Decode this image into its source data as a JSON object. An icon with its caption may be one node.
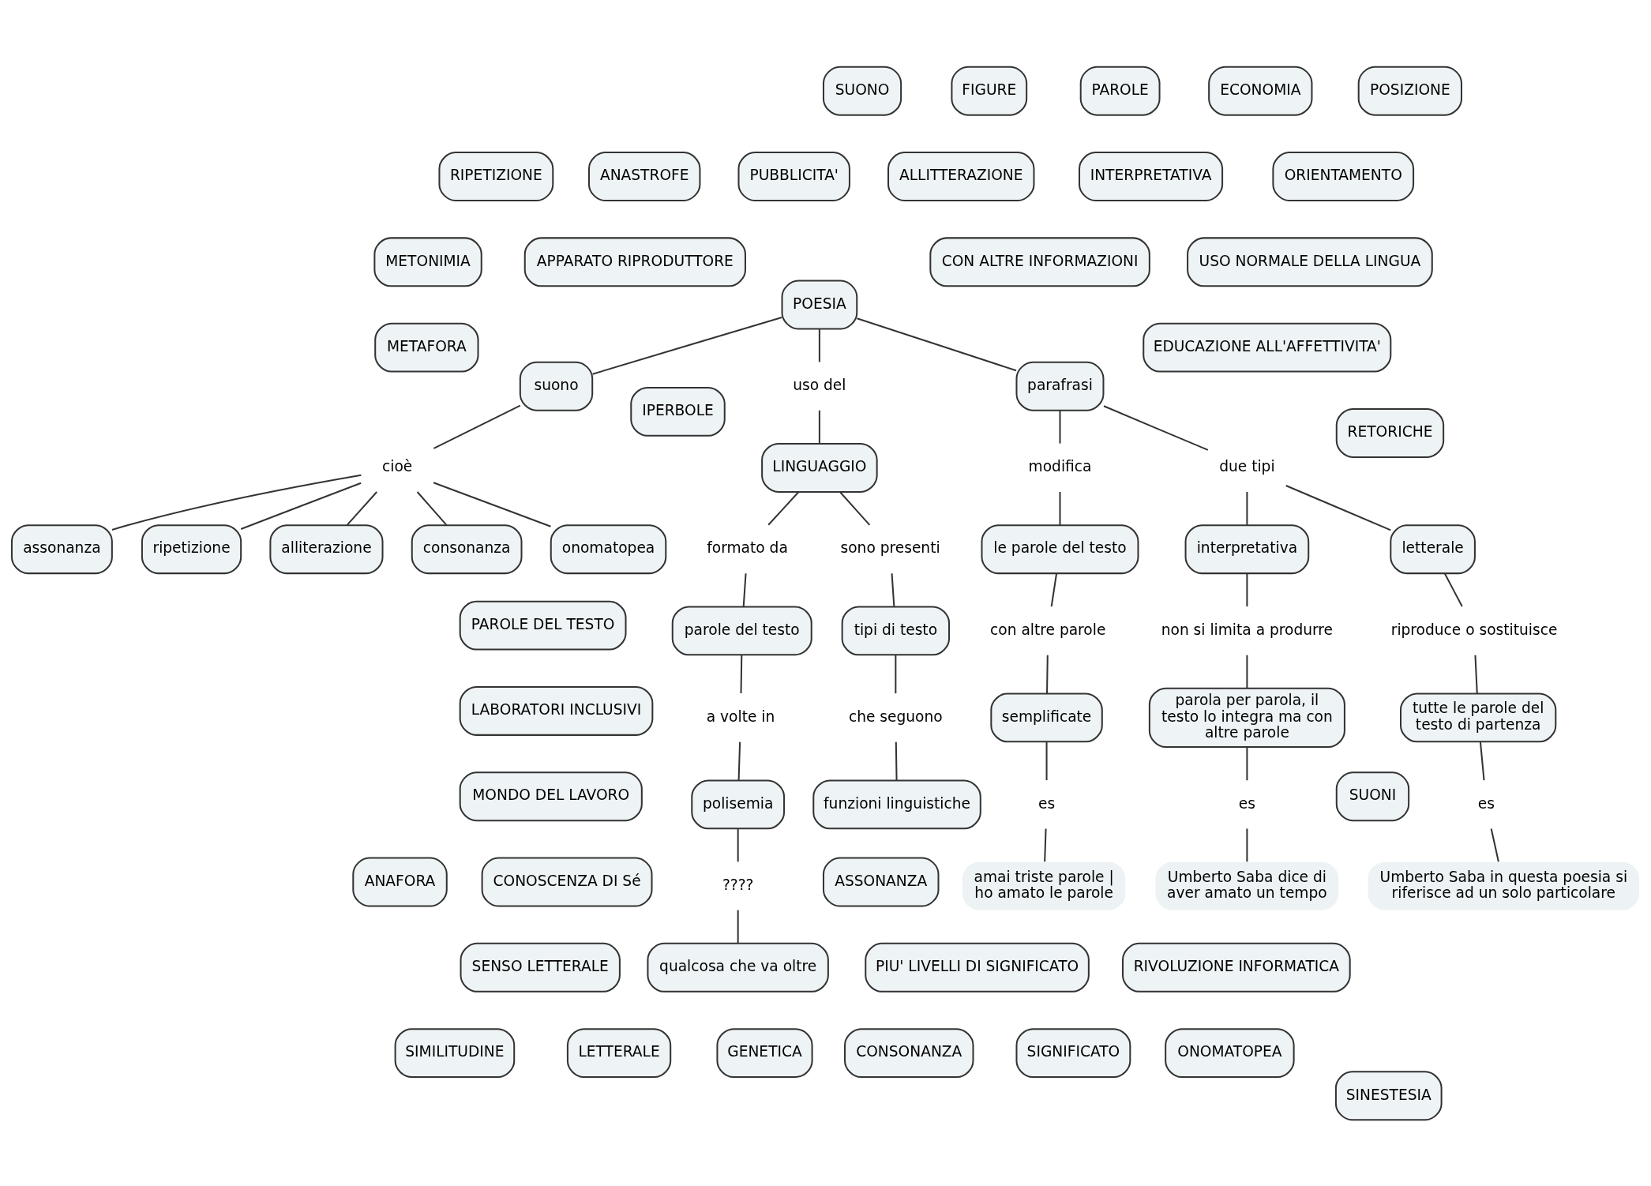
{
  "diagram": {
    "nodes": [
      {
        "text": [
          "POESIA"
        ]
      },
      {
        "text": [
          "suono"
        ]
      },
      {
        "text": [
          "uso del"
        ]
      },
      {
        "text": [
          "parafrasi"
        ]
      },
      {
        "text": [
          "cioè"
        ]
      },
      {
        "text": [
          "LINGUAGGIO"
        ]
      },
      {
        "text": [
          "modifica"
        ]
      },
      {
        "text": [
          "due tipi"
        ]
      },
      {
        "text": [
          "assonanza"
        ]
      },
      {
        "text": [
          "ripetizione"
        ]
      },
      {
        "text": [
          "alliterazione"
        ]
      },
      {
        "text": [
          "consonanza"
        ]
      },
      {
        "text": [
          "onomatopea"
        ]
      },
      {
        "text": [
          "formato da"
        ]
      },
      {
        "text": [
          "sono presenti"
        ]
      },
      {
        "text": [
          "le parole del testo"
        ]
      },
      {
        "text": [
          "interpretativa"
        ]
      },
      {
        "text": [
          "letterale"
        ]
      },
      {
        "text": [
          "parole del testo"
        ]
      },
      {
        "text": [
          "tipi di testo"
        ]
      },
      {
        "text": [
          "con altre parole"
        ]
      },
      {
        "text": [
          "non si limita a produrre"
        ]
      },
      {
        "text": [
          "riproduce o sostituisce"
        ]
      },
      {
        "text": [
          "semplificate"
        ]
      },
      {
        "text": [
          "parola per parola, il testo lo integra ma con altre parole"
        ]
      },
      {
        "text": [
          "tutte le parole del testo di partenza"
        ]
      },
      {
        "text": [
          "a volte in"
        ]
      },
      {
        "text": [
          "che seguono"
        ]
      },
      {
        "text": [
          "polisemia"
        ]
      },
      {
        "text": [
          "funzioni linguistiche"
        ]
      },
      {
        "text": [
          "es"
        ]
      },
      {
        "text": [
          "es"
        ]
      },
      {
        "text": [
          "es"
        ]
      },
      {
        "text": [
          "????"
        ]
      },
      {
        "text": [
          "qualcosa che va oltre"
        ]
      },
      {
        "text": [
          "amai triste parole | ho amato le parole"
        ]
      },
      {
        "text": [
          "Umberto Saba dice di aver amato un tempo"
        ]
      },
      {
        "text": [
          "Umberto Saba in questa poesia si riferisce ad un solo particolare"
        ]
      },
      {
        "text": [
          "LETTERALE"
        ]
      },
      {
        "text": [
          "METONIMIA"
        ]
      },
      {
        "text": [
          "ASSONANZA"
        ]
      },
      {
        "text": [
          "PUBBLICITA'"
        ]
      },
      {
        "text": [
          "ANASTROFE"
        ]
      },
      {
        "text": [
          "ORIENTAMENTO"
        ]
      },
      {
        "text": [
          "SUONI"
        ]
      },
      {
        "text": [
          "INTERPRETATIVA"
        ]
      },
      {
        "text": [
          "RIPETIZIONE"
        ]
      },
      {
        "text": [
          "METAFORA"
        ]
      },
      {
        "text": [
          "SINESTESIA"
        ]
      },
      {
        "text": [
          "CONOSCENZA DI Sé"
        ]
      },
      {
        "text": [
          "IPERBOLE"
        ]
      },
      {
        "text": [
          "CONSONANZA"
        ]
      },
      {
        "text": [
          "PAROLE"
        ]
      },
      {
        "text": [
          "SIGNIFICATO"
        ]
      },
      {
        "text": [
          "LABORATORI INCLUSIVI"
        ]
      },
      {
        "text": [
          "ALLITTERAZIONE"
        ]
      },
      {
        "text": [
          "FIGURE"
        ]
      },
      {
        "text": [
          "PAROLE DEL TESTO"
        ]
      },
      {
        "text": [
          "EDUCAZIONE ALL'AFFETTIVITA'"
        ]
      },
      {
        "text": [
          "SENSO LETTERALE"
        ]
      },
      {
        "text": [
          "CON ALTRE INFORMAZIONI"
        ]
      },
      {
        "text": [
          "RETORICHE"
        ]
      },
      {
        "text": [
          "MONDO DEL LAVORO"
        ]
      },
      {
        "text": [
          "ONOMATOPEA"
        ]
      },
      {
        "text": [
          "APPARATO RIPRODUTTORE"
        ]
      },
      {
        "text": [
          "SUONO"
        ]
      },
      {
        "text": [
          "POSIZIONE"
        ]
      },
      {
        "text": [
          "ECONOMIA"
        ]
      },
      {
        "text": [
          "GENETICA"
        ]
      },
      {
        "text": [
          "PIU' LIVELLI DI SIGNIFICATO"
        ]
      },
      {
        "text": [
          "SIMILITUDINE"
        ]
      },
      {
        "text": [
          "ANAFORA"
        ]
      },
      {
        "text": [
          "USO NORMALE DELLA LINGUA"
        ]
      },
      {
        "text": [
          "RIVOLUZIONE INFORMATICA"
        ]
      }
    ],
    "edges": [
      {
        "from": 0,
        "to": 1,
        "arrow": "none"
      },
      {
        "from": 0,
        "to": 2,
        "arrow": "none"
      },
      {
        "from": 2,
        "to": 5,
        "arrow": "none"
      },
      {
        "from": 0,
        "to": 3,
        "arrow": "none"
      },
      {
        "from": 1,
        "to": 4,
        "arrow": "none"
      },
      {
        "from": 4,
        "to": 8,
        "arrow": "none"
      },
      {
        "from": 4,
        "to": 9,
        "arrow": "none"
      },
      {
        "from": 4,
        "to": 10,
        "arrow": "none"
      },
      {
        "from": 4,
        "to": 11,
        "arrow": "none"
      },
      {
        "from": 4,
        "to": 12,
        "arrow": "none"
      },
      {
        "from": 5,
        "to": 13,
        "arrow": "none"
      },
      {
        "from": 13,
        "to": 18,
        "arrow": "none"
      },
      {
        "from": 5,
        "to": 14,
        "arrow": "none"
      },
      {
        "from": 14,
        "to": 19,
        "arrow": "none"
      },
      {
        "from": 18,
        "to": 26,
        "arrow": "none"
      },
      {
        "from": 26,
        "to": 28,
        "arrow": "none"
      },
      {
        "from": 28,
        "to": 33,
        "arrow": "none"
      },
      {
        "from": 33,
        "to": 34,
        "arrow": "none"
      },
      {
        "from": 19,
        "to": 27,
        "arrow": "none"
      },
      {
        "from": 27,
        "to": 29,
        "arrow": "none"
      },
      {
        "from": 3,
        "to": 6,
        "arrow": "none"
      },
      {
        "from": 6,
        "to": 15,
        "arrow": "none"
      },
      {
        "from": 3,
        "to": 7,
        "arrow": "none"
      },
      {
        "from": 7,
        "to": 16,
        "arrow": "none"
      },
      {
        "from": 7,
        "to": 17,
        "arrow": "none"
      },
      {
        "from": 15,
        "to": 20,
        "arrow": "none"
      },
      {
        "from": 20,
        "to": 23,
        "arrow": "none"
      },
      {
        "from": 16,
        "to": 21,
        "arrow": "none"
      },
      {
        "from": 21,
        "to": 24,
        "arrow": "none"
      },
      {
        "from": 17,
        "to": 22,
        "arrow": "none"
      },
      {
        "from": 22,
        "to": 25,
        "arrow": "none"
      },
      {
        "from": 23,
        "to": 30,
        "arrow": "none"
      },
      {
        "from": 30,
        "to": 35,
        "arrow": "none"
      },
      {
        "from": 24,
        "to": 31,
        "arrow": "none"
      },
      {
        "from": 31,
        "to": 36,
        "arrow": "none"
      },
      {
        "from": 25,
        "to": 32,
        "arrow": "none"
      },
      {
        "from": 32,
        "to": 37,
        "arrow": "none"
      }
    ]
  }
}
